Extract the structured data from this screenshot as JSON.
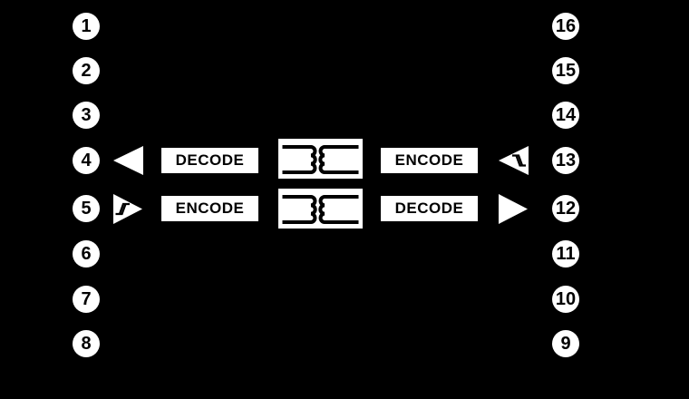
{
  "colors": {
    "background": "#000000",
    "shape_fill": "#ffffff",
    "ink": "#000000"
  },
  "pins_left": [
    "1",
    "2",
    "3",
    "4",
    "5",
    "6",
    "7",
    "8"
  ],
  "pins_right": [
    "16",
    "15",
    "14",
    "13",
    "12",
    "11",
    "10",
    "9"
  ],
  "channel_top": {
    "direction": "right-to-left",
    "output_buffer_icon": "buffer-triangle-left",
    "decode_label": "DECODE",
    "isolation_icon": "transformer",
    "encode_label": "ENCODE",
    "input_buffer_icon": "schmitt-buffer-triangle-left"
  },
  "channel_bottom": {
    "direction": "left-to-right",
    "input_buffer_icon": "schmitt-buffer-triangle-right",
    "encode_label": "ENCODE",
    "isolation_icon": "transformer",
    "decode_label": "DECODE",
    "output_buffer_icon": "buffer-triangle-right"
  }
}
